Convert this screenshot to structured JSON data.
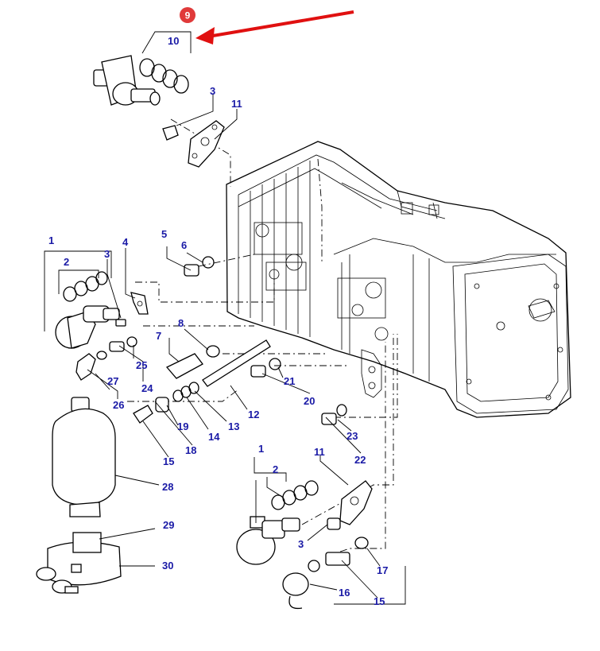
{
  "callouts": [
    {
      "id": "c10a",
      "text": "10"
    },
    {
      "id": "c3a",
      "text": "3"
    },
    {
      "id": "c11a",
      "text": "11"
    },
    {
      "id": "c1a",
      "text": "1"
    },
    {
      "id": "c2a",
      "text": "2"
    },
    {
      "id": "c3b",
      "text": "3"
    },
    {
      "id": "c4",
      "text": "4"
    },
    {
      "id": "c5",
      "text": "5"
    },
    {
      "id": "c6",
      "text": "6"
    },
    {
      "id": "c7",
      "text": "7"
    },
    {
      "id": "c8",
      "text": "8"
    },
    {
      "id": "c25",
      "text": "25"
    },
    {
      "id": "c27",
      "text": "27"
    },
    {
      "id": "c24",
      "text": "24"
    },
    {
      "id": "c26",
      "text": "26"
    },
    {
      "id": "c21",
      "text": "21"
    },
    {
      "id": "c20",
      "text": "20"
    },
    {
      "id": "c12",
      "text": "12"
    },
    {
      "id": "c19",
      "text": "19"
    },
    {
      "id": "c14",
      "text": "14"
    },
    {
      "id": "c13",
      "text": "13"
    },
    {
      "id": "c15a",
      "text": "15"
    },
    {
      "id": "c18",
      "text": "18"
    },
    {
      "id": "c28",
      "text": "28"
    },
    {
      "id": "c23",
      "text": "23"
    },
    {
      "id": "c22",
      "text": "22"
    },
    {
      "id": "c1b",
      "text": "1"
    },
    {
      "id": "c2b",
      "text": "2"
    },
    {
      "id": "c11b",
      "text": "11"
    },
    {
      "id": "c29",
      "text": "29"
    },
    {
      "id": "c30",
      "text": "30"
    },
    {
      "id": "c3c",
      "text": "3"
    },
    {
      "id": "c17",
      "text": "17"
    },
    {
      "id": "c16",
      "text": "16"
    },
    {
      "id": "c15b",
      "text": "15"
    }
  ],
  "highlight": {
    "badge": "9",
    "badge_color": "#e03a3a",
    "arrow_color": "#e01010"
  },
  "callout_color": "#1a1aa6"
}
